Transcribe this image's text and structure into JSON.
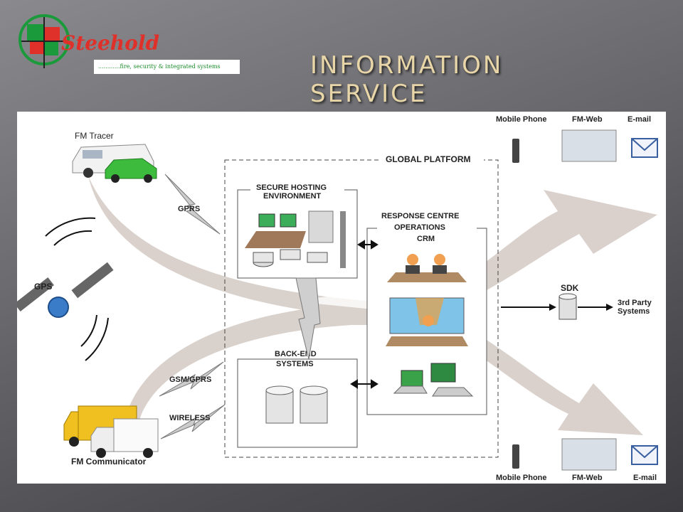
{
  "header": {
    "brand": "Steehold",
    "tagline": "............fire, security & integrated systems",
    "title": "INFORMATION SERVICE"
  },
  "diagram": {
    "fm_tracer": "FM Tracer",
    "gprs": "GPRS",
    "gps": "GPS",
    "gsm_gprs": "GSM/GPRS",
    "wireless": "WIRELESS",
    "fm_communicator": "FM Communicator",
    "global_platform": "GLOBAL PLATFORM",
    "secure_hosting_line1": "SECURE HOSTING",
    "secure_hosting_line2": "ENVIRONMENT",
    "response_line1": "RESPONSE CENTRE",
    "response_line2": "OPERATIONS",
    "response_line3": "CRM",
    "backend_line1": "BACK-END",
    "backend_line2": "SYSTEMS",
    "sdk": "SDK",
    "third_party_line1": "3rd Party",
    "third_party_line2": "Systems",
    "top_outputs": {
      "mobile": "Mobile Phone",
      "fmweb": "FM-Web",
      "email": "E-mail"
    },
    "bottom_outputs": {
      "mobile": "Mobile Phone",
      "fmweb": "FM-Web",
      "email": "E-mail"
    }
  },
  "colors": {
    "brand_red": "#e0302a",
    "brand_green": "#1a9a3a",
    "title_gold": "#e9d6a8",
    "flow_arrow": "#d8cfc9"
  }
}
